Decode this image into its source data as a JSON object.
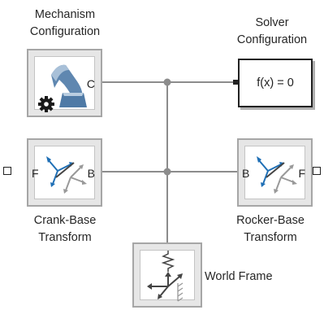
{
  "blocks": {
    "mechanism": {
      "label_line1": "Mechanism",
      "label_line2": "Configuration",
      "port": "C",
      "icon": "mechanism-gear-icon"
    },
    "solver": {
      "label_line1": "Solver",
      "label_line2": "Configuration",
      "text": "f(x) = 0"
    },
    "crank": {
      "label_line1": "Crank-Base",
      "label_line2": "Transform",
      "port_left": "F",
      "port_right": "B",
      "icon": "rigid-transform-icon"
    },
    "rocker": {
      "label_line1": "Rocker-Base",
      "label_line2": "Transform",
      "port_left": "B",
      "port_right": "F",
      "icon": "rigid-transform-icon"
    },
    "world": {
      "label": "World Frame",
      "icon": "world-frame-icon"
    }
  },
  "colors": {
    "wire": "#8c8c8c",
    "block_border": "#a6a6a6",
    "arrow_blue": "#1f6fb5",
    "mechanism_blue": "#5f87b0"
  }
}
